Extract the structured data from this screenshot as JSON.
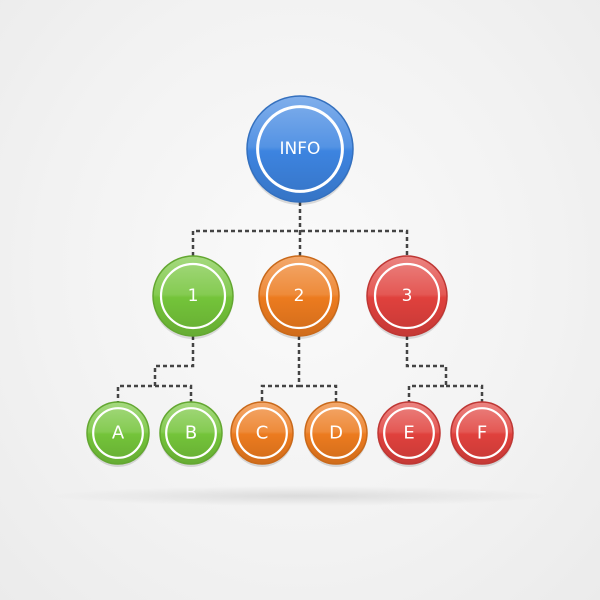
{
  "colors": {
    "blue": "#3d84e0",
    "green": "#74c43a",
    "orange": "#ec7b1f",
    "red": "#e0413d",
    "connector": "#444444"
  },
  "root": {
    "label": "INFO",
    "color": "blue"
  },
  "level1": [
    {
      "label": "1",
      "color": "green"
    },
    {
      "label": "2",
      "color": "orange"
    },
    {
      "label": "3",
      "color": "red"
    }
  ],
  "level2": [
    {
      "label": "A",
      "color": "green",
      "parent": 0
    },
    {
      "label": "B",
      "color": "green",
      "parent": 0
    },
    {
      "label": "C",
      "color": "orange",
      "parent": 1
    },
    {
      "label": "D",
      "color": "orange",
      "parent": 1
    },
    {
      "label": "E",
      "color": "red",
      "parent": 2
    },
    {
      "label": "F",
      "color": "red",
      "parent": 2
    }
  ]
}
